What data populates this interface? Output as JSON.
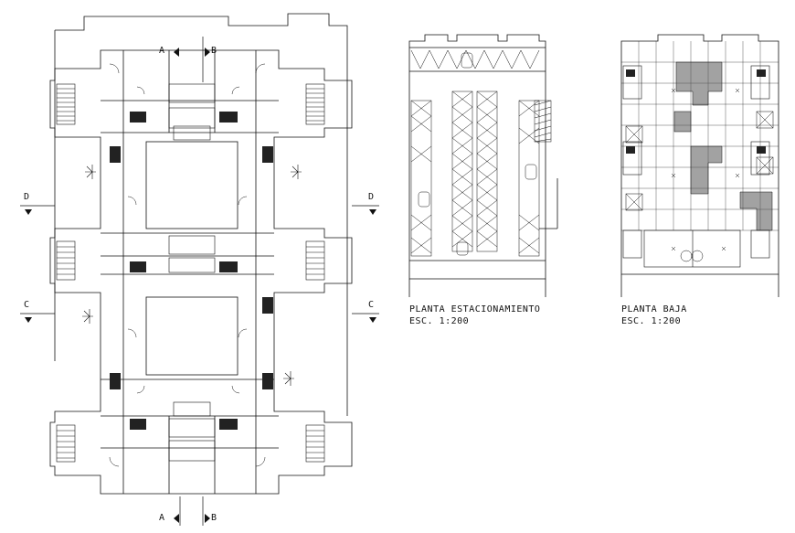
{
  "section_marks": {
    "a": "A",
    "b": "B",
    "c": "C",
    "d": "D"
  },
  "titles": {
    "parking": "PLANTA ESTACIONAMIENTO",
    "parking_scale": "ESC. 1:200",
    "ground": "PLANTA BAJA",
    "ground_scale": "ESC. 1:200"
  }
}
